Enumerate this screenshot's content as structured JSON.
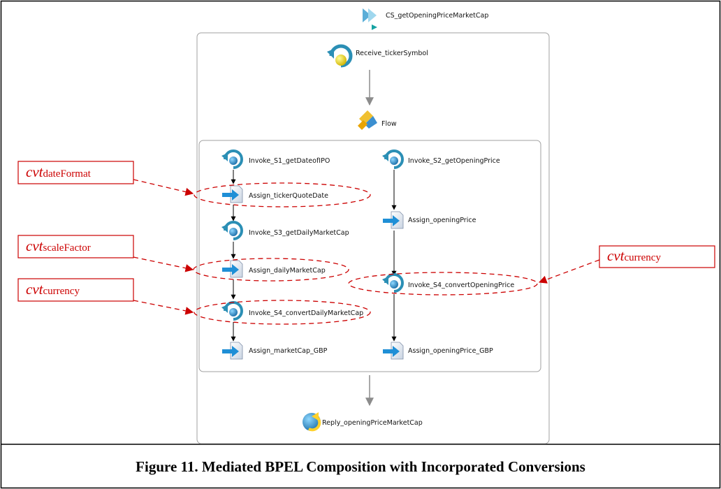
{
  "process": {
    "name": "CS_getOpeningPriceMarketCap",
    "receive": "Receive_tickerSymbol",
    "flow": "Flow",
    "reply": "Reply_openingPriceMarketCap"
  },
  "left_branch": [
    {
      "type": "invoke",
      "label": "Invoke_S1_getDateofIPO"
    },
    {
      "type": "assign",
      "label": "Assign_tickerQuoteDate"
    },
    {
      "type": "invoke",
      "label": "Invoke_S3_getDailyMarketCap"
    },
    {
      "type": "assign",
      "label": "Assign_dailyMarketCap"
    },
    {
      "type": "invoke",
      "label": "Invoke_S4_convertDailyMarketCap"
    },
    {
      "type": "assign",
      "label": "Assign_marketCap_GBP"
    }
  ],
  "right_branch": [
    {
      "type": "invoke",
      "label": "Invoke_S2_getOpeningPrice"
    },
    {
      "type": "assign",
      "label": "Assign_openingPrice"
    },
    {
      "type": "invoke",
      "label": "Invoke_S4_convertOpeningPrice"
    },
    {
      "type": "assign",
      "label": "Assign_openingPrice_GBP"
    }
  ],
  "annotations": [
    {
      "prefix": "cvt",
      "name": "dateFormat",
      "target": "Assign_tickerQuoteDate"
    },
    {
      "prefix": "cvt",
      "name": "scaleFactor",
      "target": "Assign_dailyMarketCap"
    },
    {
      "prefix": "cvt",
      "name": "currency",
      "target": "Invoke_S4_convertDailyMarketCap"
    },
    {
      "prefix": "cvt",
      "name": "currency",
      "target": "Invoke_S4_convertOpeningPrice"
    }
  ],
  "caption": "Figure 11.  Mediated BPEL Composition with Incorporated Conversions",
  "colors": {
    "annotation": "#cc0000",
    "connector": "#999999",
    "container_border": "#a0a0a0",
    "frame": "#000000"
  },
  "icons": {
    "invoke": "invoke-icon",
    "assign": "assign-icon",
    "receive": "receive-icon",
    "reply": "reply-icon",
    "flow": "flow-icon",
    "process": "process-icon"
  }
}
